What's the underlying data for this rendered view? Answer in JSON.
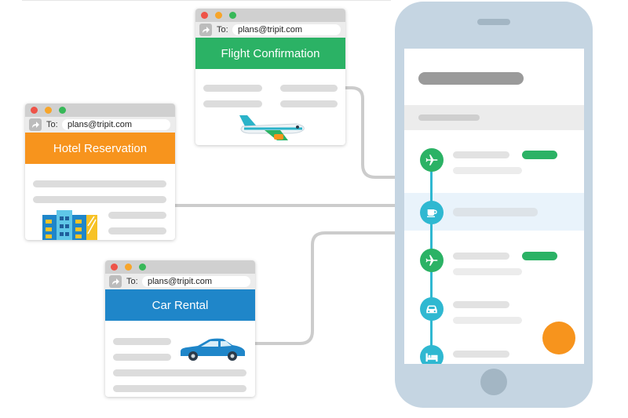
{
  "flight_window": {
    "to_label": "To:",
    "email": "plans@tripit.com",
    "title": "Flight Confirmation",
    "banner_color": "#2bb265"
  },
  "hotel_window": {
    "to_label": "To:",
    "email": "plans@tripit.com",
    "title": "Hotel Reservation",
    "banner_color": "#f7941d"
  },
  "car_window": {
    "to_label": "To:",
    "email": "plans@tripit.com",
    "title": "Car Rental",
    "banner_color": "#1f86c9"
  },
  "phone": {
    "timeline_icons": [
      "plane-icon",
      "coffee-icon",
      "plane-icon",
      "car-icon",
      "bed-icon"
    ],
    "accent_green": "#2bb265",
    "accent_blue": "#2fb8d1",
    "fab_color": "#f7941d"
  }
}
